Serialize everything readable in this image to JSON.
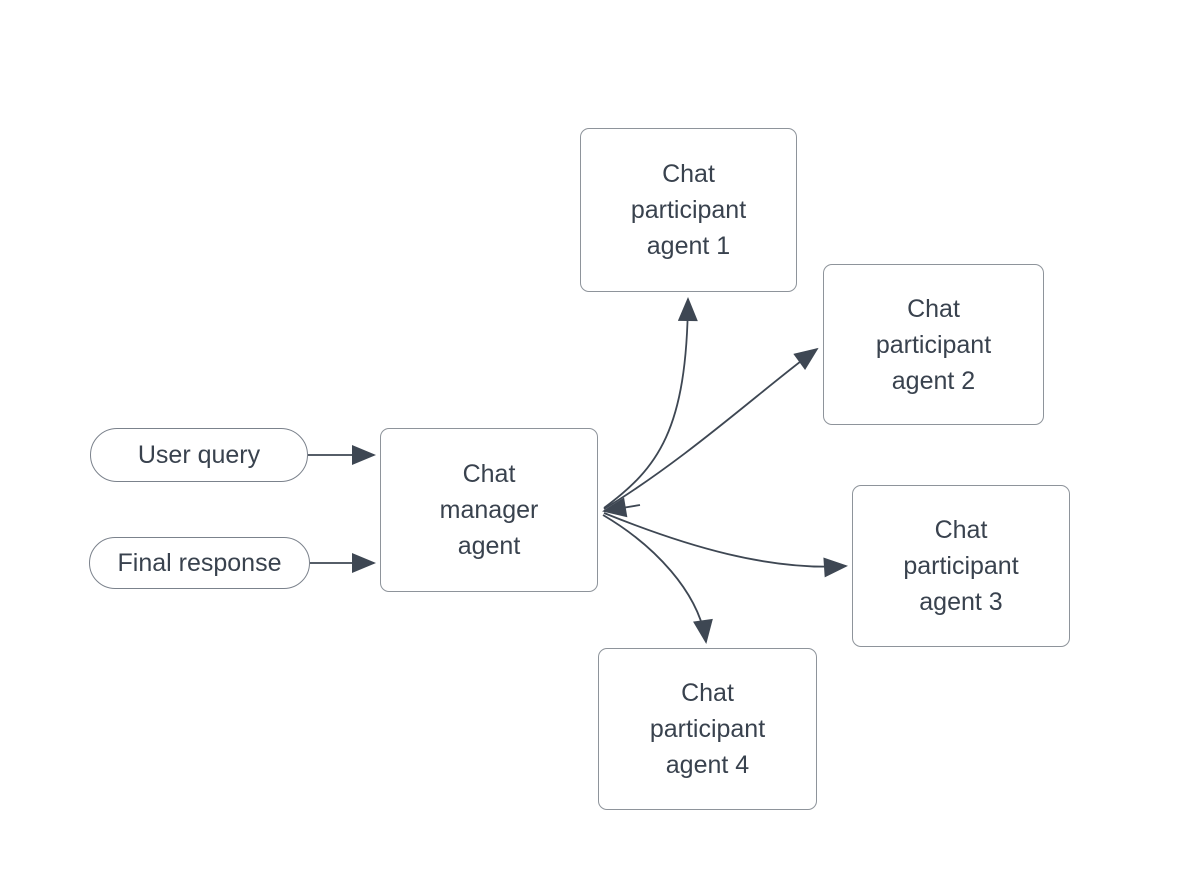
{
  "diagram": {
    "type": "flow-diagram",
    "background": "#ffffff"
  },
  "colors": {
    "background": "#ffffff",
    "text": "#39424e",
    "arrow": "#3e4753",
    "box_border": "#8e949b",
    "pill_border": "#7b828c",
    "node_fill": "#ffffff"
  },
  "nodes": {
    "user_query": {
      "shape": "pill",
      "label": "User query"
    },
    "final_response": {
      "shape": "pill",
      "label": "Final response"
    },
    "chat_manager": {
      "shape": "rectangle",
      "label": "Chat\nmanager\nagent"
    },
    "agent_1": {
      "shape": "rectangle",
      "label": "Chat\nparticipant\nagent 1"
    },
    "agent_2": {
      "shape": "rectangle",
      "label": "Chat\nparticipant\nagent 2"
    },
    "agent_3": {
      "shape": "rectangle",
      "label": "Chat\nparticipant\nagent 3"
    },
    "agent_4": {
      "shape": "rectangle",
      "label": "Chat\nparticipant\nagent 4"
    }
  },
  "edges": [
    {
      "from": "user_query",
      "to": "chat_manager",
      "style": "straight",
      "arrowhead_at": "chat_manager"
    },
    {
      "from": "final_response",
      "to": "chat_manager",
      "style": "straight",
      "arrowhead_at": "chat_manager"
    },
    {
      "from": "chat_manager",
      "to": "agent_1",
      "style": "curved",
      "arrowhead_at": "agent_1"
    },
    {
      "from": "chat_manager",
      "to": "agent_2",
      "style": "curved",
      "arrowhead_at": "agent_2"
    },
    {
      "from": "chat_manager",
      "to": "agent_3",
      "style": "curved",
      "arrowhead_at": "agent_3"
    },
    {
      "from": "chat_manager",
      "to": "agent_4",
      "style": "curved",
      "arrowhead_at": "agent_4"
    },
    {
      "from": "participants_hub",
      "to": "chat_manager",
      "style": "converging-arrowhead",
      "arrowhead_at": "chat_manager"
    }
  ]
}
